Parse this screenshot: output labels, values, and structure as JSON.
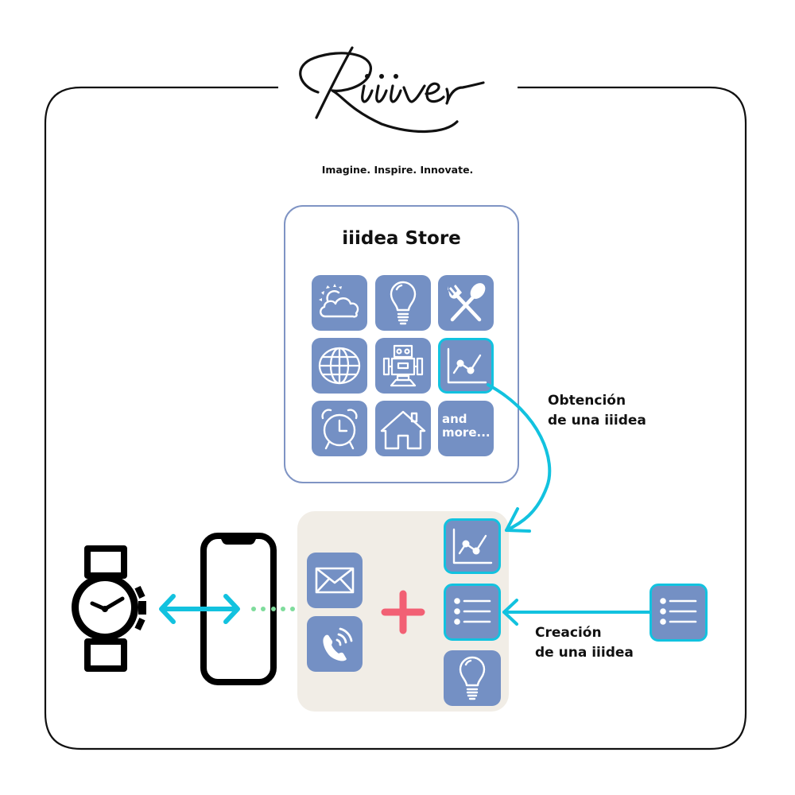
{
  "brand": {
    "logo_text": "Riiiver",
    "tagline": "Imagine. Inspire. Innovate."
  },
  "store": {
    "title": "iiidea Store",
    "tiles": [
      {
        "icon": "weather-icon",
        "label": "Weather"
      },
      {
        "icon": "lightbulb-icon",
        "label": "Idea"
      },
      {
        "icon": "fork-spoon-icon",
        "label": "Food"
      },
      {
        "icon": "globe-icon",
        "label": "World"
      },
      {
        "icon": "robot-icon",
        "label": "Robot"
      },
      {
        "icon": "line-chart-icon",
        "label": "Chart",
        "highlighted": true
      },
      {
        "icon": "alarm-clock-icon",
        "label": "Alarm"
      },
      {
        "icon": "house-icon",
        "label": "Home"
      },
      {
        "icon": "and-more-text",
        "label": "and more..."
      }
    ],
    "more_line1": "and",
    "more_line2": "more..."
  },
  "devices": {
    "watch_icon": "smartwatch-icon",
    "phone_icon": "smartphone-icon"
  },
  "app_panel": {
    "left_tiles": [
      {
        "icon": "mail-icon",
        "label": "Mail"
      },
      {
        "icon": "phone-call-icon",
        "label": "Call"
      }
    ],
    "operator": "+",
    "right_tiles": [
      {
        "icon": "line-chart-icon",
        "label": "Chart",
        "highlighted": true
      },
      {
        "icon": "list-icon",
        "label": "List",
        "highlighted": true
      },
      {
        "icon": "lightbulb-icon",
        "label": "Idea"
      }
    ]
  },
  "flows": {
    "obtain_line1": "Obtención",
    "obtain_line2": "de una iiidea",
    "create_line1": "Creación",
    "create_line2": "de una iiidea",
    "external_tile": {
      "icon": "list-icon",
      "label": "List",
      "highlighted": true
    }
  },
  "colors": {
    "tile": "#7490c4",
    "highlight": "#12c2df",
    "store_border": "#7f94c4",
    "panel_bg": "#f1ede6",
    "plus": "#f26074",
    "dots": "#7fdc9c",
    "frame": "#111111"
  }
}
